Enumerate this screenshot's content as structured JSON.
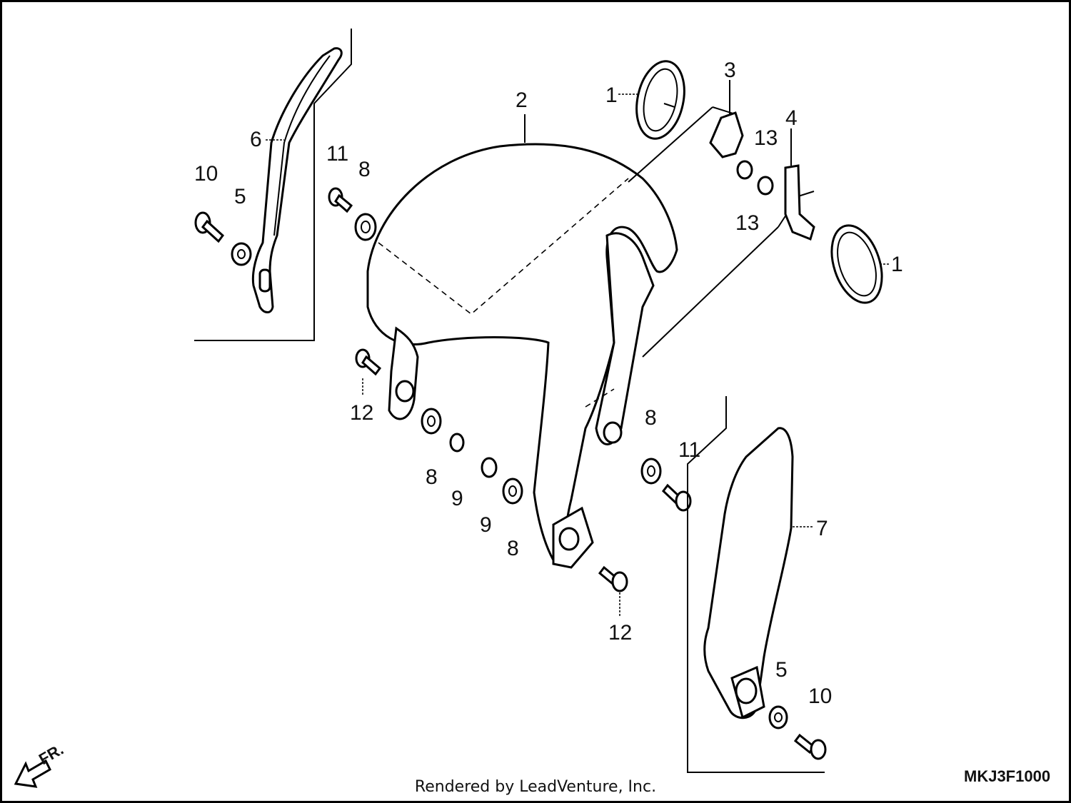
{
  "callouts": {
    "c1a": "1",
    "c1b": "1",
    "c2": "2",
    "c3": "3",
    "c4": "4",
    "c5a": "5",
    "c5b": "5",
    "c6": "6",
    "c7": "7",
    "c8a": "8",
    "c8b": "8",
    "c8c": "8",
    "c8d": "8",
    "c9a": "9",
    "c9b": "9",
    "c10a": "10",
    "c10b": "10",
    "c11a": "11",
    "c11b": "11",
    "c12a": "12",
    "c12b": "12",
    "c13a": "13",
    "c13b": "13"
  },
  "front_indicator": "FR.",
  "diagram_code": "MKJ3F1000",
  "footer": "Rendered by LeadVenture, Inc."
}
